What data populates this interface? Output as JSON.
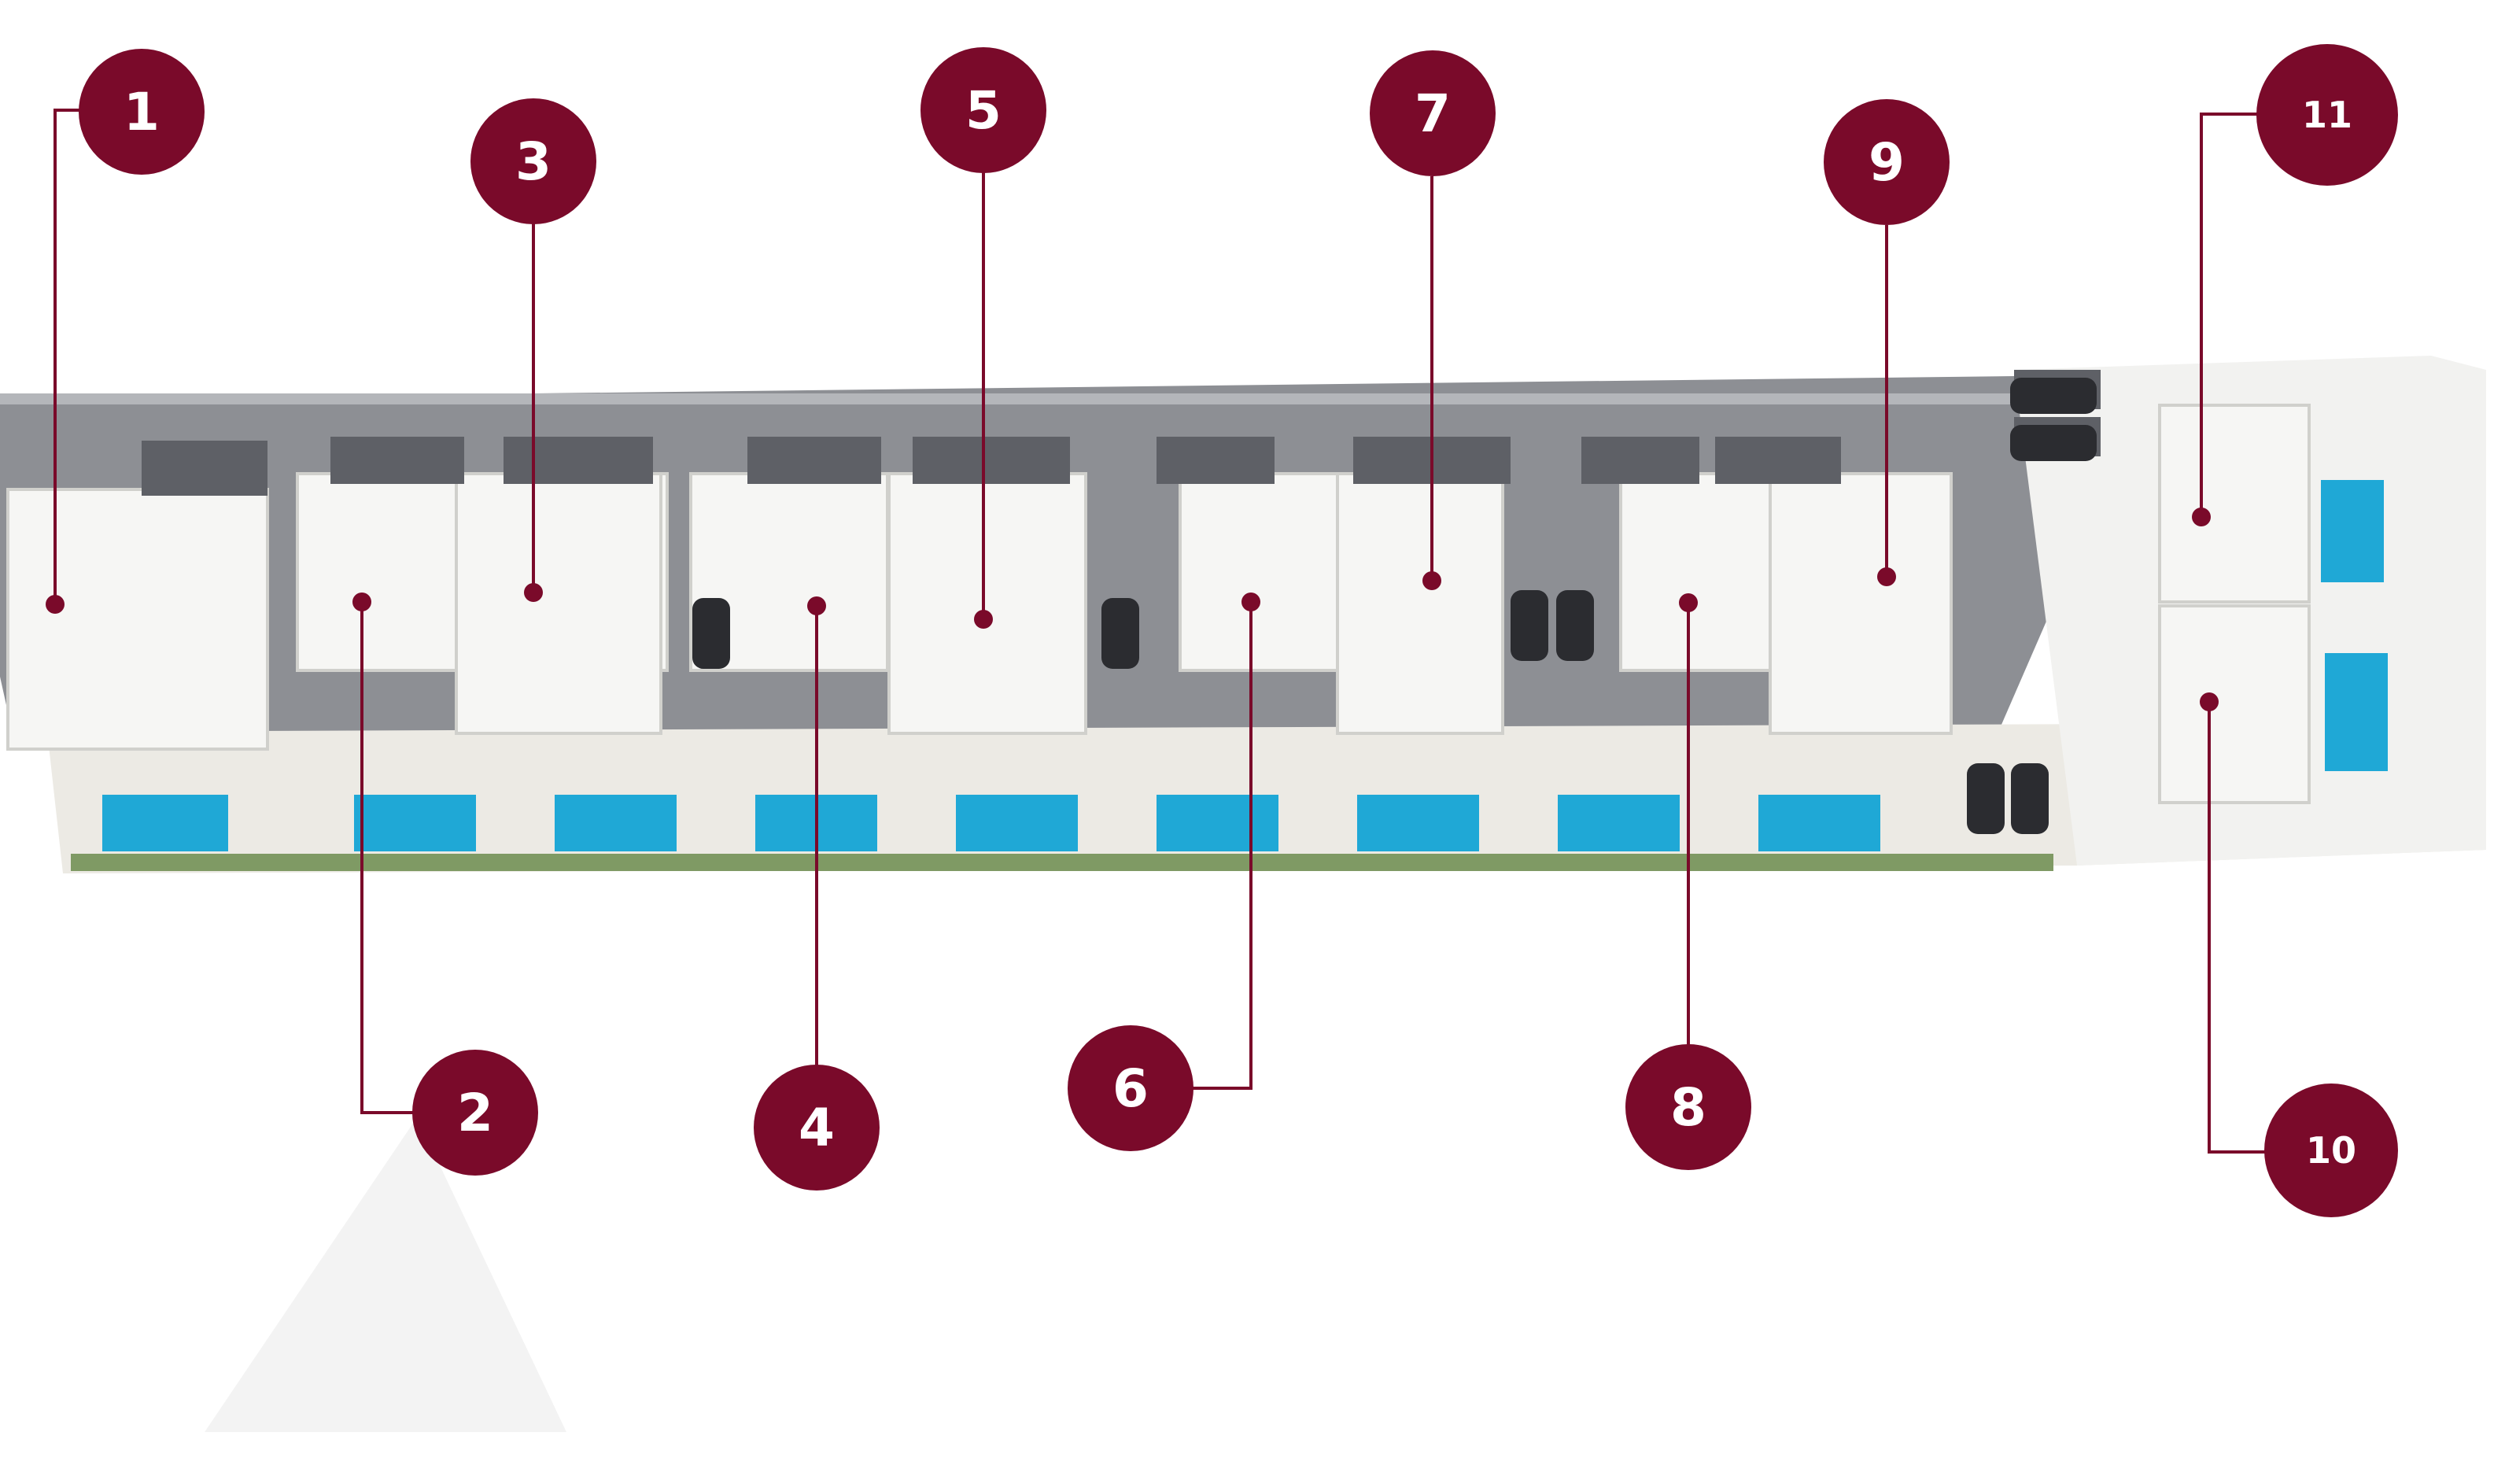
{
  "accent_color": "#7a0a2a",
  "units": [
    {
      "id": "unit-1",
      "label": "1"
    },
    {
      "id": "unit-2",
      "label": "2"
    },
    {
      "id": "unit-3",
      "label": "3"
    },
    {
      "id": "unit-4",
      "label": "4"
    },
    {
      "id": "unit-5",
      "label": "5"
    },
    {
      "id": "unit-6",
      "label": "6"
    },
    {
      "id": "unit-7",
      "label": "7"
    },
    {
      "id": "unit-8",
      "label": "8"
    },
    {
      "id": "unit-9",
      "label": "9"
    },
    {
      "id": "unit-10",
      "label": "10"
    },
    {
      "id": "unit-11",
      "label": "11"
    }
  ]
}
